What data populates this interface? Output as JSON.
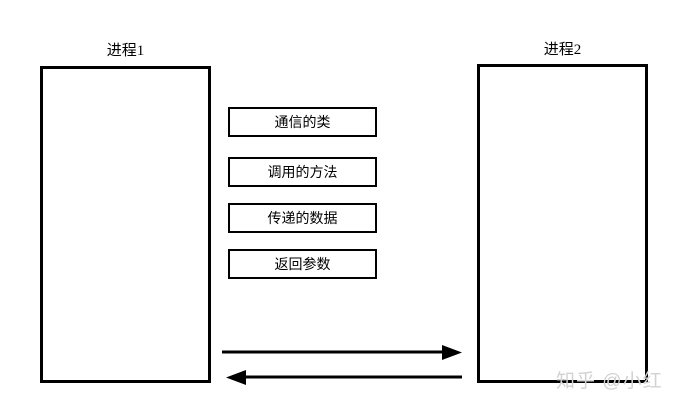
{
  "diagram": {
    "title": "",
    "background_color": "#ffffff",
    "line_color": "#000000",
    "processes": [
      {
        "id": "process-1",
        "label": "进程1"
      },
      {
        "id": "process-2",
        "label": "进程2"
      }
    ],
    "messages": [
      {
        "label": "通信的类"
      },
      {
        "label": "调用的方法"
      },
      {
        "label": "传递的数据"
      },
      {
        "label": "返回参数"
      }
    ],
    "arrows": [
      {
        "name": "request-arrow",
        "direction": "right",
        "label": ""
      },
      {
        "name": "response-arrow",
        "direction": "left",
        "label": ""
      }
    ]
  },
  "watermark": {
    "text": "知乎 @小红",
    "color": "#d2d2d2"
  }
}
